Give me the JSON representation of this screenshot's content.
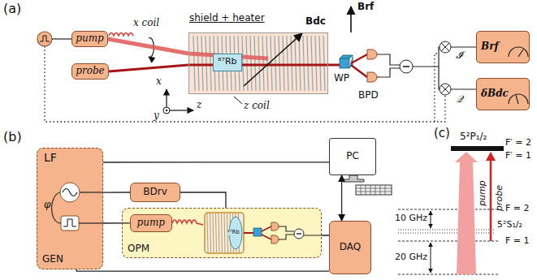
{
  "diagram": {
    "nodes": [
      {
        "text": [
          "pump"
        ]
      },
      {
        "text": [
          "probe"
        ]
      },
      {
        "text": [
          "shield + heater"
        ]
      },
      {
        "text": [
          "⁸⁷Rb"
        ],
        "in": 2
      },
      {
        "text": [
          "Brf"
        ]
      },
      {
        "text": [
          "δBdc"
        ]
      },
      {
        "text": [
          "LF",
          "GEN"
        ]
      },
      {
        "text": [
          "BDrv"
        ]
      },
      {
        "text": [
          "OPM"
        ]
      },
      {
        "text": [
          "pump"
        ],
        "in": 8
      },
      {
        "text": [
          "DAQ"
        ]
      },
      {
        "text": [
          "PC"
        ]
      }
    ],
    "edges": [
      {
        "from": 0,
        "to": 2,
        "arrow": "none"
      },
      {
        "from": 1,
        "to": 2,
        "arrow": "none"
      },
      {
        "from": 6,
        "to": 7,
        "arrow": "none"
      },
      {
        "from": 6,
        "to": 9,
        "arrow": "none"
      },
      {
        "from": 7,
        "to": 8,
        "arrow": "none"
      },
      {
        "from": 8,
        "to": 10,
        "arrow": "none"
      },
      {
        "from": 6,
        "to": 11,
        "arrow": "none"
      },
      {
        "from": 6,
        "to": 10,
        "arrow": "none"
      },
      {
        "from": 10,
        "to": 11,
        "arrow": "both"
      }
    ],
    "labels": [
      "(a)",
      "x coil",
      "x",
      "y",
      "z",
      "z coil",
      "Bdc",
      "Brf",
      "WP",
      "BPD",
      "𝓘",
      "𝒬",
      "(b)",
      "φ",
      "⁸⁷Rb",
      "(c)",
      "5²P₁/₂",
      "F′ = 2",
      "F′ = 1",
      "10 GHz",
      "F = 2",
      "5²S₁/₂",
      "20 GHz",
      "F = 1",
      "pump",
      "probe"
    ]
  }
}
